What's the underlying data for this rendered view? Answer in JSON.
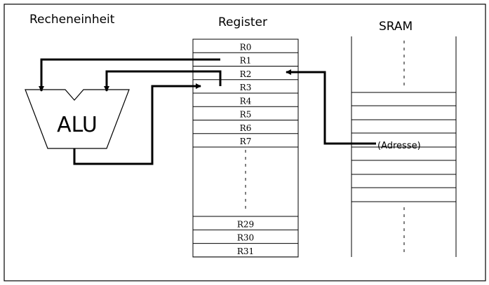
{
  "titles": {
    "alu_unit": "Recheneinheit",
    "register": "Register",
    "sram": "SRAM"
  },
  "alu": {
    "label": "ALU"
  },
  "registers": {
    "top": [
      "R0",
      "R1",
      "R2",
      "R3",
      "R4",
      "R5",
      "R6",
      "R7"
    ],
    "bottom": [
      "R29",
      "R30",
      "R31"
    ]
  },
  "sram": {
    "address_label": "(Adresse)"
  }
}
